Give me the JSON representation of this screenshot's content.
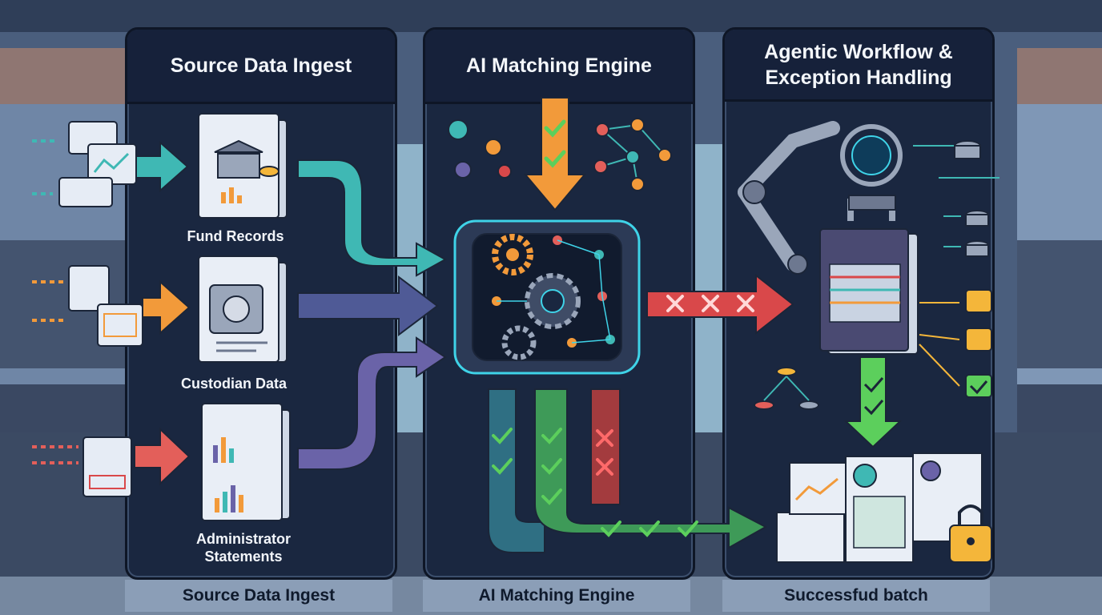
{
  "panels": {
    "ingest": {
      "title": "Source Data Ingest"
    },
    "engine": {
      "title": "AI Matching Engine"
    },
    "agentic": {
      "title": "Agentic Workflow & Exception Handling"
    }
  },
  "sources": {
    "fund": "Fund Records",
    "custodian": "Custodian Data",
    "admin": "Administrator Statements"
  },
  "footers": {
    "left": "Source Data Ingest",
    "center": "AI Matching Engine",
    "right": "Successfud batch"
  },
  "colors": {
    "teal": "#3fb8b4",
    "purple": "#6a63a8",
    "orange": "#f29a3a",
    "red": "#d9484a",
    "green": "#5ccf5c",
    "navy": "#1a2740"
  }
}
